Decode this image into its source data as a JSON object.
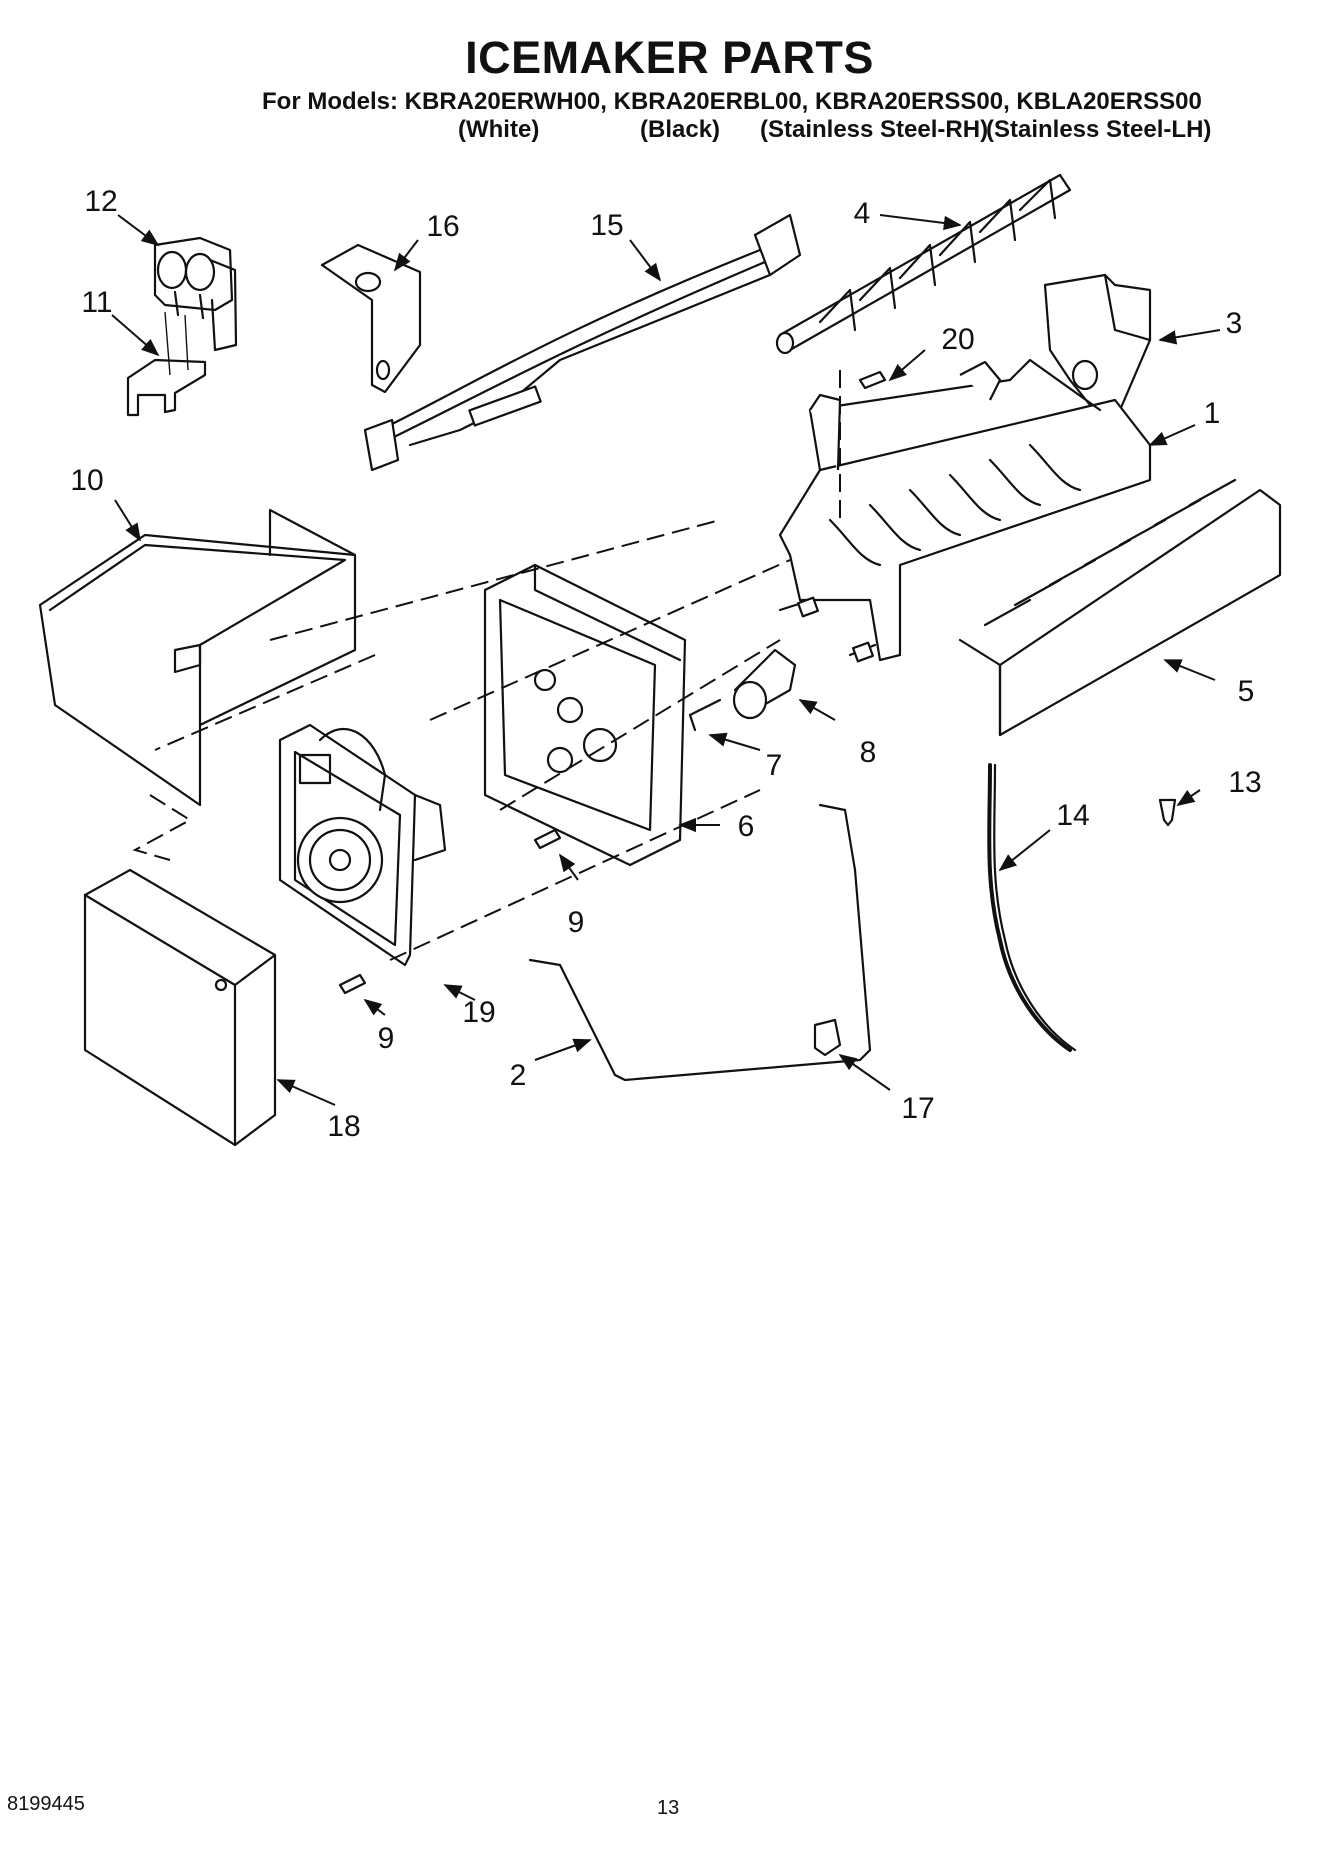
{
  "header": {
    "title": "ICEMAKER PARTS",
    "models_line": "For Models: KBRA20ERWH00, KBRA20ERBL00, KBRA20ERSS00, KBLA20ERSS00",
    "variants": [
      "(White)",
      "(Black)",
      "(Stainless Steel-RH)",
      "(Stainless Steel-LH)"
    ]
  },
  "callouts": {
    "c1": "1",
    "c2": "2",
    "c3": "3",
    "c4": "4",
    "c5": "5",
    "c6": "6",
    "c7": "7",
    "c8": "8",
    "c9a": "9",
    "c9b": "9",
    "c10": "10",
    "c11": "11",
    "c12": "12",
    "c13": "13",
    "c14": "14",
    "c15": "15",
    "c16": "16",
    "c17": "17",
    "c18": "18",
    "c19": "19",
    "c20": "20"
  },
  "footer": {
    "doc_number": "8199445",
    "page_number": "13"
  }
}
